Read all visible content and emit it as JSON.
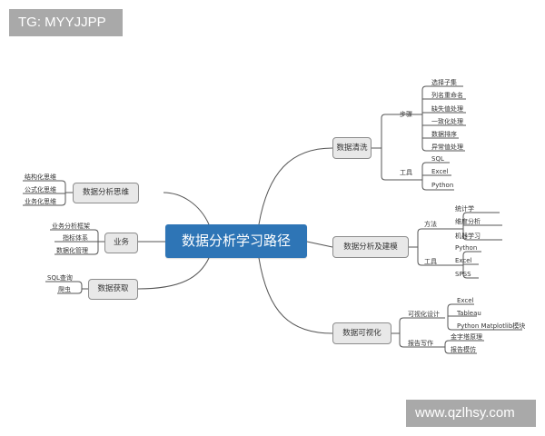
{
  "watermarks": {
    "top": "TG: MYYJJPP",
    "bottom": "www.qzlhsy.com"
  },
  "colors": {
    "center_bg": "#2e75b6",
    "box_bg": "#e8e8e8",
    "line": "#555555",
    "watermark_bg": "#a9a9a9"
  },
  "mindmap": {
    "center": "数据分析学习路径",
    "right": [
      {
        "label": "数据清洗",
        "groups": [
          {
            "label": "步骤",
            "items": [
              "选择子集",
              "列名重命名",
              "缺失值处理",
              "一致化处理",
              "数据排序",
              "异常值处理"
            ]
          },
          {
            "label": "工具",
            "items": [
              "SQL",
              "Excel",
              "Python"
            ]
          }
        ]
      },
      {
        "label": "数据分析及建模",
        "groups": [
          {
            "label": "方法",
            "items": [
              "统计学",
              "维度分析",
              "机器学习"
            ]
          },
          {
            "label": "工具",
            "items": [
              "Python",
              "Excel",
              "SPSS"
            ]
          }
        ]
      },
      {
        "label": "数据可视化",
        "groups": [
          {
            "label": "可视化设计",
            "items": [
              "Excel",
              "Tableau",
              "Python Matplotlib模块"
            ]
          },
          {
            "label": "报告写作",
            "items": [
              "金字塔原理",
              "报告模仿"
            ]
          }
        ]
      }
    ],
    "left": [
      {
        "label": "数据分析思维",
        "items": [
          "结构化思维",
          "公式化思维",
          "业务化思维"
        ]
      },
      {
        "label": "业务",
        "items": [
          "业务分析框架",
          "指标体系",
          "数据化管理"
        ]
      },
      {
        "label": "数据获取",
        "items": [
          "SQL查询",
          "爬虫"
        ]
      }
    ]
  }
}
